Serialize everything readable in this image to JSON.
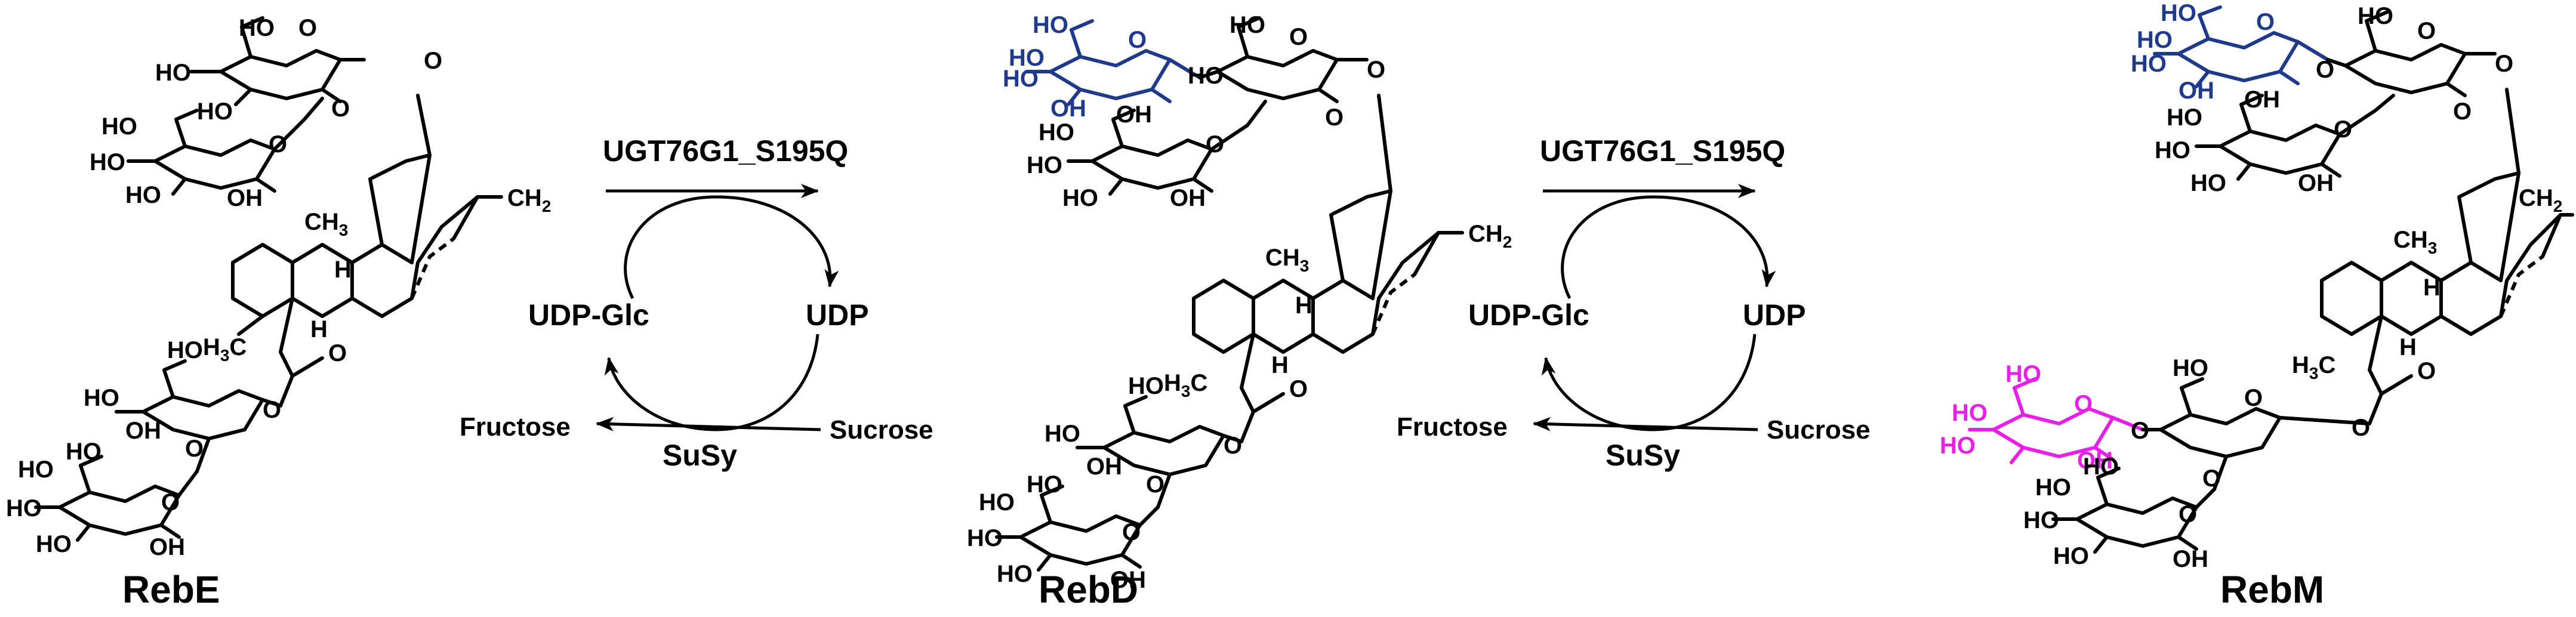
{
  "compounds": {
    "reb_e": "RebE",
    "reb_d": "RebD",
    "reb_m": "RebM"
  },
  "reactions": [
    {
      "enzyme": "UGT76G1_S195Q",
      "donor": "UDP-Glc",
      "product": "UDP",
      "regen_enzyme": "SuSy",
      "regen_in": "Sucrose",
      "regen_out": "Fructose"
    },
    {
      "enzyme": "UGT76G1_S195Q",
      "donor": "UDP-Glc",
      "product": "UDP",
      "regen_enzyme": "SuSy",
      "regen_in": "Sucrose",
      "regen_out": "Fructose"
    }
  ],
  "atoms": {
    "oh": "OH",
    "ho": "HO",
    "o": "O",
    "h": "H",
    "ch3": "CH",
    "sub3": "3",
    "h3c": "H",
    "c": "C",
    "ch2": "CH",
    "sub2": "2"
  },
  "colors": {
    "new_glucose_rebd": "#1f3a8a",
    "new_glucose_rebm": "#e81fe8"
  }
}
